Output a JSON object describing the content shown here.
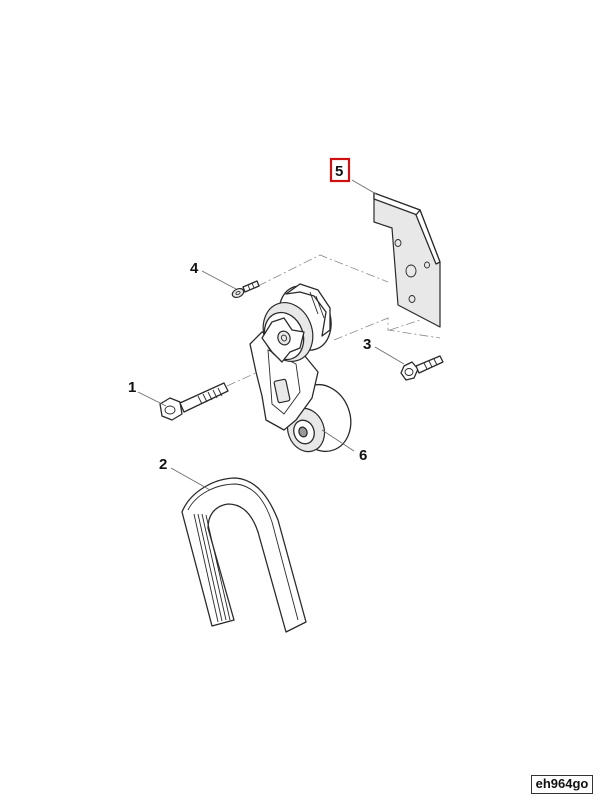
{
  "callouts": {
    "c1": "1",
    "c2": "2",
    "c3": "3",
    "c4": "4",
    "c5": "5",
    "c6": "6"
  },
  "highlighted_callout": "5",
  "highlight_color": "#d01010",
  "reference_code": "eh964go"
}
